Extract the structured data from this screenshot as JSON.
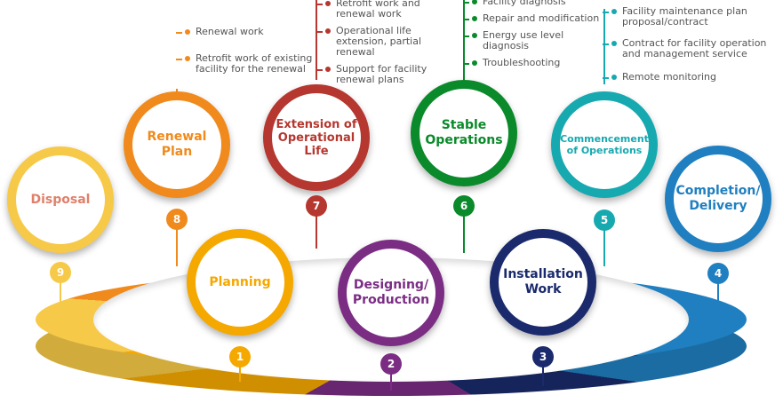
{
  "stages": [
    {
      "num": "1",
      "label": "Planning",
      "color": "#f5a800"
    },
    {
      "num": "2",
      "label": "Designing/ Production",
      "color": "#7b2d84"
    },
    {
      "num": "3",
      "label": "Installation Work",
      "color": "#1a2a6c"
    },
    {
      "num": "4",
      "label": "Completion/ Delivery",
      "color": "#1f7fc0"
    },
    {
      "num": "5",
      "label": "Commencement of Operations",
      "color": "#17a9b0"
    },
    {
      "num": "6",
      "label": "Stable Operations",
      "color": "#0a8a2a"
    },
    {
      "num": "7",
      "label": "Extension of Operational Life",
      "color": "#b5372f"
    },
    {
      "num": "8",
      "label": "Renewal Plan",
      "color": "#f08a1c"
    },
    {
      "num": "9",
      "label": "Disposal",
      "color": "#f7c948"
    }
  ],
  "lists": {
    "renewal": [
      "Renewal work",
      "Retrofit work of existing facility for the renewal"
    ],
    "extension": [
      "Retrofit work and renewal work",
      "Operational life extension, partial renewal",
      "Support for facility renewal plans"
    ],
    "stable": [
      "Facility diagnosis",
      "Repair and modification",
      "Energy use level diagnosis",
      "Troubleshooting"
    ],
    "commencement": [
      "Facility maintenance plan proposal/contract",
      "Contract for facility operation and management service",
      "Remote monitoring"
    ]
  }
}
